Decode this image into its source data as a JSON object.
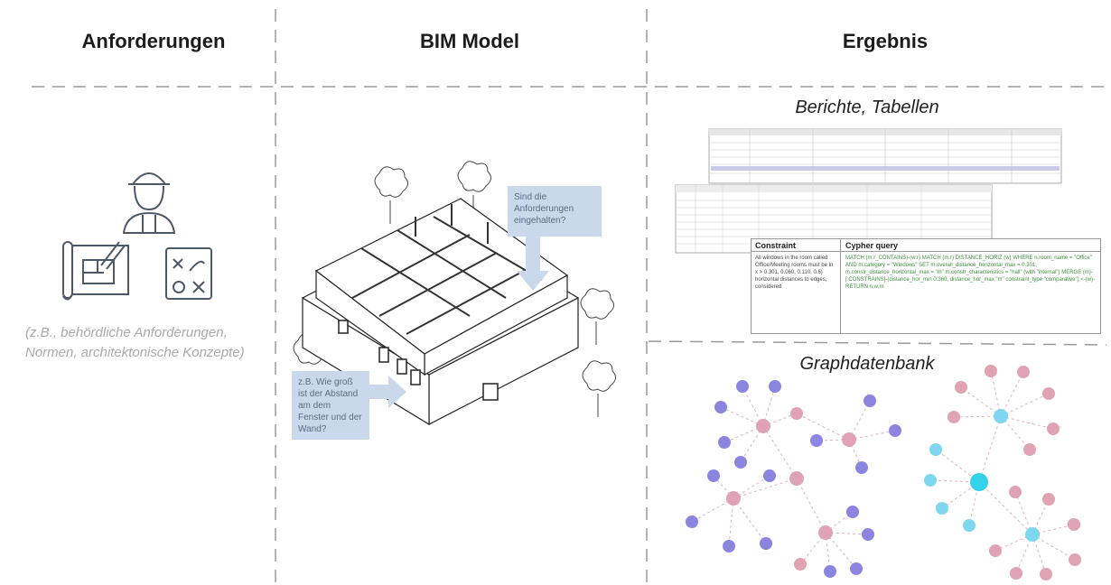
{
  "columns": {
    "requirements": {
      "title": "Anforderungen"
    },
    "bim_model": {
      "title": "BIM Model"
    },
    "result": {
      "title": "Ergebnis"
    }
  },
  "requirements": {
    "caption": "(z.B., behördliche Anforderungen, Normen, architektonische Konzepte)",
    "icons": [
      "engineer-icon",
      "blueprint-icon",
      "strategy-board-icon"
    ]
  },
  "bim": {
    "callout_top": "Sind die Anforderungen eingehalten?",
    "callout_left": "z.B. Wie groß ist der Abstand am dem Fenster und der Wand?"
  },
  "result": {
    "reports_title": "Berichte, Tabellen",
    "graph_title": "Graphdatenbank",
    "query_table": {
      "col1_header": "Constraint",
      "col2_header": "Cypher query",
      "col1_text": "All windows in the room called Office/Meeting rooms must be in x > 0.301, 0.060, 0.110, 0.6) horizontal distances to edges, considered",
      "col2_text": "MATCH (m:r_CONTAINS)-(w:r) MATCH (m:r) DISTANCE_HORIZ (w) WHERE n.room_name = \"Office\" AND m.category = \"Windows\" SET m.overall_distance_horizontal_max = 0.301, m.constr_distance_horizontal_max = \"m\" m.constr_characteristics = \"hall\" (with \"internal\") MERGE (m)-[:CONSTRAINS]-(distance_hor_min 0.360, distance_hor_max \"m\" constraint_type \"comparative\") <-(w)- RETURN n,w,m"
    }
  },
  "colors": {
    "callout_bg": "#c9d8ea",
    "divider": "#9a9a9a",
    "node_purple": "#8b85e0",
    "node_pink": "#e0a3b3",
    "node_cyan": "#7fd6ef",
    "node_cyan_center": "#33d1ea"
  }
}
